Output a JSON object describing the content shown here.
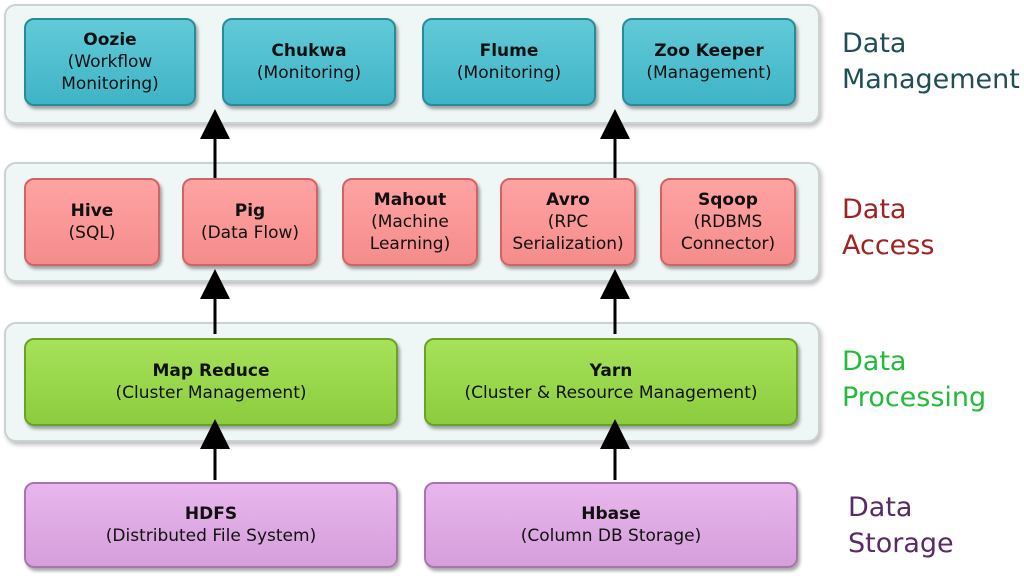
{
  "layers": {
    "management": {
      "label_line1": "Data",
      "label_line2": "Management",
      "color": "#1f4f55",
      "boxes": [
        {
          "name": "Oozie",
          "desc1": "(Workflow",
          "desc2": "Monitoring)"
        },
        {
          "name": "Chukwa",
          "desc1": "(Monitoring)",
          "desc2": ""
        },
        {
          "name": "Flume",
          "desc1": "(Monitoring)",
          "desc2": ""
        },
        {
          "name": "Zoo Keeper",
          "desc1": "(Management)",
          "desc2": ""
        }
      ]
    },
    "access": {
      "label_line1": "Data",
      "label_line2": "Access",
      "color": "#a02222",
      "boxes": [
        {
          "name": "Hive",
          "desc1": "(SQL)",
          "desc2": ""
        },
        {
          "name": "Pig",
          "desc1": "(Data Flow)",
          "desc2": ""
        },
        {
          "name": "Mahout",
          "desc1": "(Machine",
          "desc2": "Learning)"
        },
        {
          "name": "Avro",
          "desc1": "(RPC",
          "desc2": "Serialization)"
        },
        {
          "name": "Sqoop",
          "desc1": "(RDBMS",
          "desc2": "Connector)"
        }
      ]
    },
    "processing": {
      "label_line1": "Data",
      "label_line2": "Processing",
      "color": "#22bb3a",
      "boxes": [
        {
          "name": "Map Reduce",
          "desc1": "(Cluster Management)",
          "desc2": ""
        },
        {
          "name": "Yarn",
          "desc1": "(Cluster & Resource Management)",
          "desc2": ""
        }
      ]
    },
    "storage": {
      "label_line1": "Data",
      "label_line2": "Storage",
      "color": "#5a2a66",
      "boxes": [
        {
          "name": "HDFS",
          "desc1": "(Distributed File System)",
          "desc2": ""
        },
        {
          "name": "Hbase",
          "desc1": "(Column DB Storage)",
          "desc2": ""
        }
      ]
    }
  }
}
